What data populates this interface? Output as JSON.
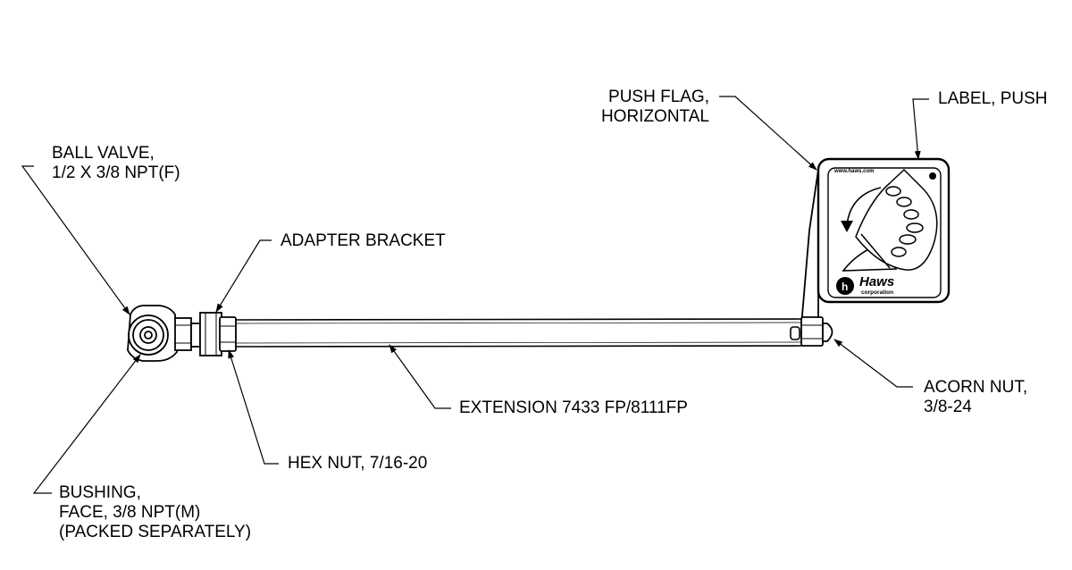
{
  "callouts": {
    "ball_valve": [
      "BALL VALVE,",
      "1/2 X 3/8 NPT(F)"
    ],
    "adapter_bracket": [
      "ADAPTER BRACKET"
    ],
    "push_flag": [
      "PUSH FLAG,",
      "HORIZONTAL"
    ],
    "label_push": [
      "LABEL, PUSH"
    ],
    "extension": [
      "EXTENSION 7433 FP/8111FP"
    ],
    "acorn_nut": [
      "ACORN NUT,",
      "3/8-24"
    ],
    "hex_nut": [
      "HEX NUT, 7/16-20"
    ],
    "bushing": [
      "BUSHING,",
      "FACE, 3/8 NPT(M)",
      "(PACKED SEPARATELY)"
    ]
  },
  "flag_label": {
    "url": "www.haws.com",
    "brand": "Haws",
    "brand_sub": "corporation"
  },
  "colors": {
    "line": "#000000",
    "background": "#ffffff"
  }
}
